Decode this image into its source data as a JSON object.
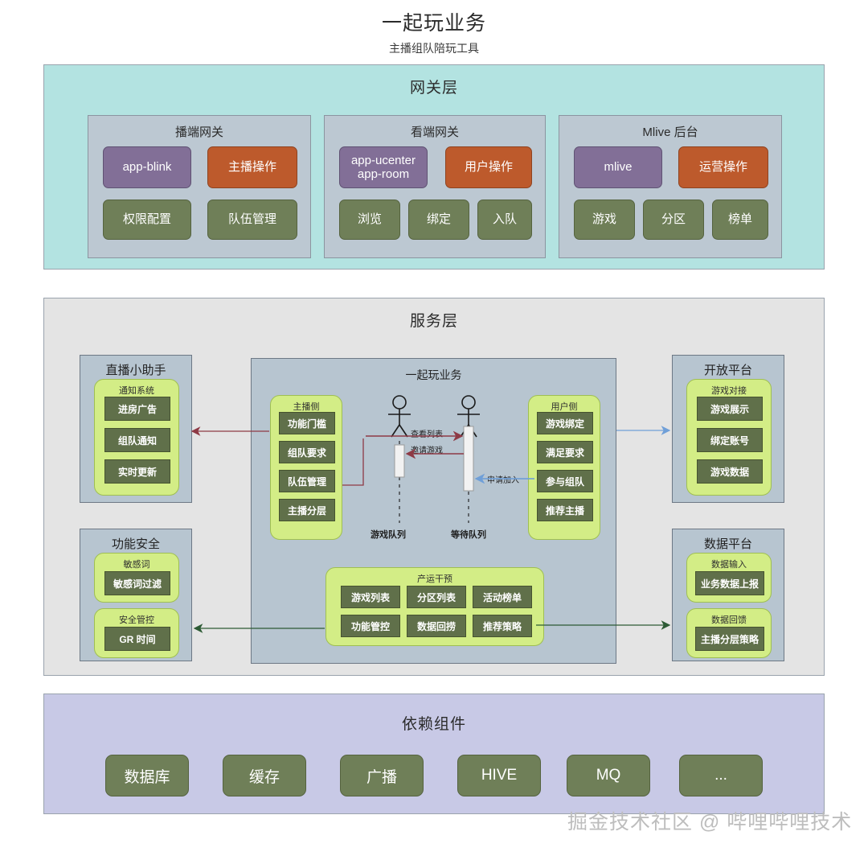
{
  "header": {
    "title": "一起玩业务",
    "subtitle": "主播组队陪玩工具"
  },
  "gateway_layer": {
    "title": "网关层",
    "groups": [
      {
        "title": "播端网关",
        "top_chips": [
          {
            "label": "app-blink",
            "color": "#826f97"
          },
          {
            "label": "主播操作",
            "color": "#bd5a2c"
          }
        ],
        "bottom_chips": [
          {
            "label": "权限配置",
            "color": "#6f7f58"
          },
          {
            "label": "队伍管理",
            "color": "#6f7f58"
          }
        ]
      },
      {
        "title": "看端网关",
        "top_chips": [
          {
            "label": "app-ucenter\napp-room",
            "line1": "app-ucenter",
            "line2": "app-room",
            "color": "#826f97"
          },
          {
            "label": "用户操作",
            "color": "#bd5a2c"
          }
        ],
        "bottom_chips": [
          {
            "label": "浏览",
            "color": "#6f7f58"
          },
          {
            "label": "绑定",
            "color": "#6f7f58"
          },
          {
            "label": "入队",
            "color": "#6f7f58"
          }
        ]
      },
      {
        "title": "Mlive 后台",
        "top_chips": [
          {
            "label": "mlive",
            "color": "#826f97"
          },
          {
            "label": "运营操作",
            "color": "#bd5a2c"
          }
        ],
        "bottom_chips": [
          {
            "label": "游戏",
            "color": "#6f7f58"
          },
          {
            "label": "分区",
            "color": "#6f7f58"
          },
          {
            "label": "榜单",
            "color": "#6f7f58"
          }
        ]
      }
    ]
  },
  "service_layer": {
    "title": "服务层",
    "left_panels": [
      {
        "title": "直播小助手",
        "groups": [
          {
            "title": "通知系统",
            "items": [
              "进房广告",
              "组队通知",
              "实时更新"
            ]
          }
        ]
      },
      {
        "title": "功能安全",
        "groups": [
          {
            "title": "敏感词",
            "items": [
              "敏感词过滤"
            ]
          },
          {
            "title": "安全管控",
            "items": [
              "GR 时间"
            ]
          }
        ]
      }
    ],
    "main_block": {
      "title": "一起玩业务",
      "anchor_group": {
        "title": "主播侧",
        "items": [
          "功能门槛",
          "组队要求",
          "队伍管理",
          "主播分层"
        ]
      },
      "user_group": {
        "title": "用户侧",
        "items": [
          "游戏绑定",
          "满足要求",
          "参与组队",
          "推荐主播"
        ]
      },
      "ops_group": {
        "title": "产运干预",
        "row1": [
          "游戏列表",
          "分区列表",
          "活动榜单"
        ],
        "row2": [
          "功能管控",
          "数据回捞",
          "推荐策略"
        ]
      },
      "sequence": {
        "actors": [
          "游戏队列",
          "等待队列"
        ],
        "messages": [
          "查看列表",
          "邀请游戏",
          "申请加入"
        ]
      }
    },
    "right_panels": [
      {
        "title": "开放平台",
        "groups": [
          {
            "title": "游戏对接",
            "items": [
              "游戏展示",
              "绑定账号",
              "游戏数据"
            ]
          }
        ]
      },
      {
        "title": "数据平台",
        "groups": [
          {
            "title": "数据输入",
            "items": [
              "业务数据上报"
            ]
          },
          {
            "title": "数据回馈",
            "items": [
              "主播分层策略"
            ]
          }
        ]
      }
    ]
  },
  "dependency_layer": {
    "title": "依赖组件",
    "items": [
      "数据库",
      "缓存",
      "广播",
      "HIVE",
      "MQ",
      "..."
    ]
  },
  "watermark": "掘金技术社区 @ 哔哩哔哩技术",
  "colors": {
    "gateway_band": "#b3e3e1",
    "service_band": "#e4e4e4",
    "dependency_band": "#c8c9e6",
    "panel": "#b7c5d0",
    "group": "#d3ed86",
    "leaf": "#60704a",
    "purple": "#826f97",
    "orange": "#bd5a2c",
    "olive": "#6f7f58",
    "arrow_red": "#8e3a45",
    "arrow_blue": "#6f9fd8",
    "arrow_green": "#2d5b35"
  }
}
